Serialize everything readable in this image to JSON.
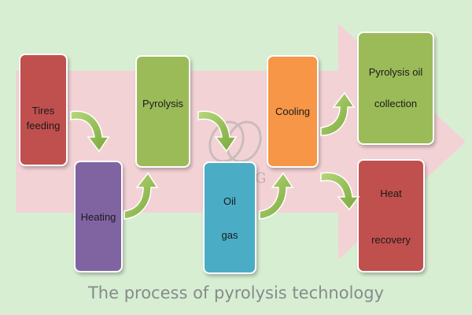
{
  "colors": {
    "background": "#d8eed3",
    "arrow": "#f3d2d6",
    "red": "#c0504d",
    "purple": "#8064a2",
    "green": "#9bbb59",
    "blue": "#4bacc6",
    "orange": "#f79646",
    "curve_arrow": "#8fbc47"
  },
  "boxes": {
    "tires": {
      "line1": "Tires",
      "line2": "feeding"
    },
    "heating": {
      "label": "Heating"
    },
    "pyrolysis": {
      "label": "Pyrolysis"
    },
    "oilgas": {
      "line1": "Oil",
      "line2": "gas"
    },
    "cooling": {
      "label": "Cooling"
    },
    "oil_collection": {
      "line1": "Pyrolysis oil",
      "line2": "collection"
    },
    "heat_recovery": {
      "line1": "Heat",
      "line2": "recovery"
    }
  },
  "watermark": {
    "text": "DOING"
  },
  "caption": "The process of pyrolysis technology"
}
